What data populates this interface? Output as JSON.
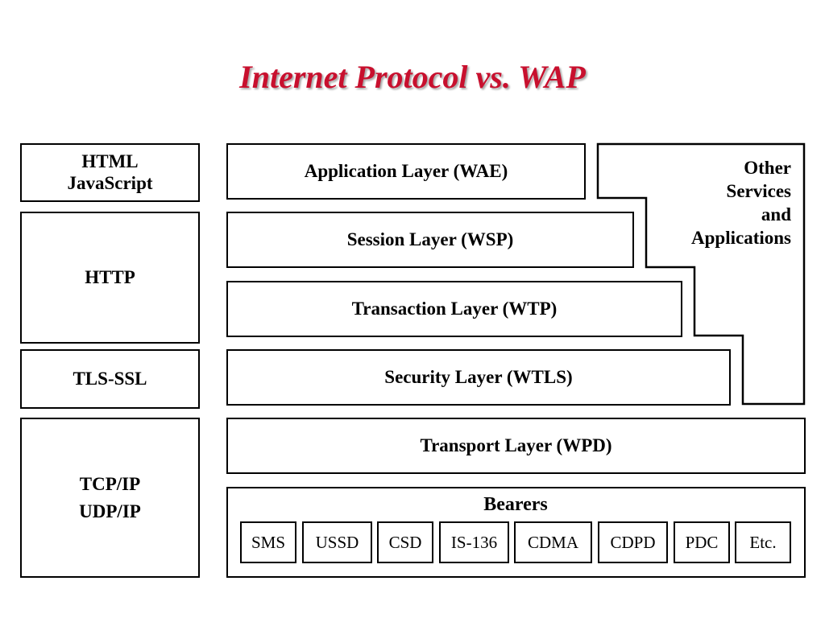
{
  "title": "Internet Protocol vs. WAP",
  "internet_stack": {
    "html_line1": "HTML",
    "html_line2": "JavaScript",
    "http": "HTTP",
    "tls": "TLS-SSL",
    "tcp_line1": "TCP/IP",
    "tcp_line2": "UDP/IP"
  },
  "wap_stack": {
    "application": "Application Layer (WAE)",
    "session": "Session Layer (WSP)",
    "transaction": "Transaction Layer (WTP)",
    "security": "Security Layer (WTLS)",
    "transport": "Transport Layer (WPD)"
  },
  "other": {
    "line1": "Other",
    "line2": "Services",
    "line3": "and",
    "line4": "Applications"
  },
  "bearers": {
    "title": "Bearers",
    "items": [
      "SMS",
      "USSD",
      "CSD",
      "IS-136",
      "CDMA",
      "CDPD",
      "PDC",
      "Etc."
    ]
  },
  "colors": {
    "title": "#c8102e",
    "border": "#000000",
    "background": "#ffffff"
  }
}
